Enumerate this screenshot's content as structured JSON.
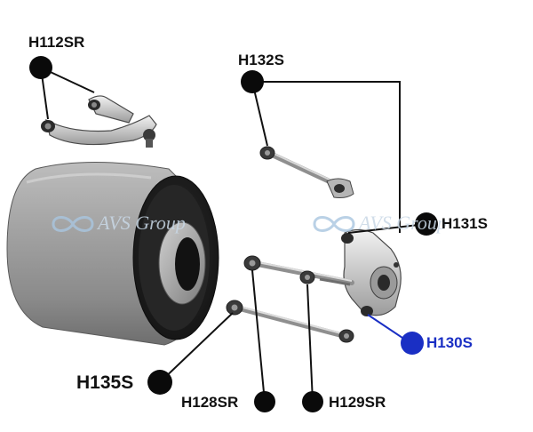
{
  "diagram": {
    "parts": [
      {
        "id": "h112sr",
        "code": "H112SR"
      },
      {
        "id": "h132s",
        "code": "H132S"
      },
      {
        "id": "h131s",
        "code": "H131S"
      },
      {
        "id": "h130s",
        "code": "H130S"
      },
      {
        "id": "h135s",
        "code": "H135S"
      },
      {
        "id": "h128sr",
        "code": "H128SR"
      },
      {
        "id": "h129sr",
        "code": "H129SR"
      }
    ],
    "watermark": "AVS Group",
    "colors": {
      "marker": "#0a0a0a",
      "highlight": "#1a2fc4",
      "leader_line": "#111111",
      "bushing_metal": "#9a9a9a",
      "bushing_rubber": "#1c1c1c",
      "watermark": "#c9d8e6"
    },
    "highlighted_part": "H130S",
    "icons": [
      "bushing-image",
      "control-arm-image",
      "rear-knuckle-image",
      "link-rod-image",
      "marker-dot-icon",
      "infinity-logo-icon"
    ]
  }
}
